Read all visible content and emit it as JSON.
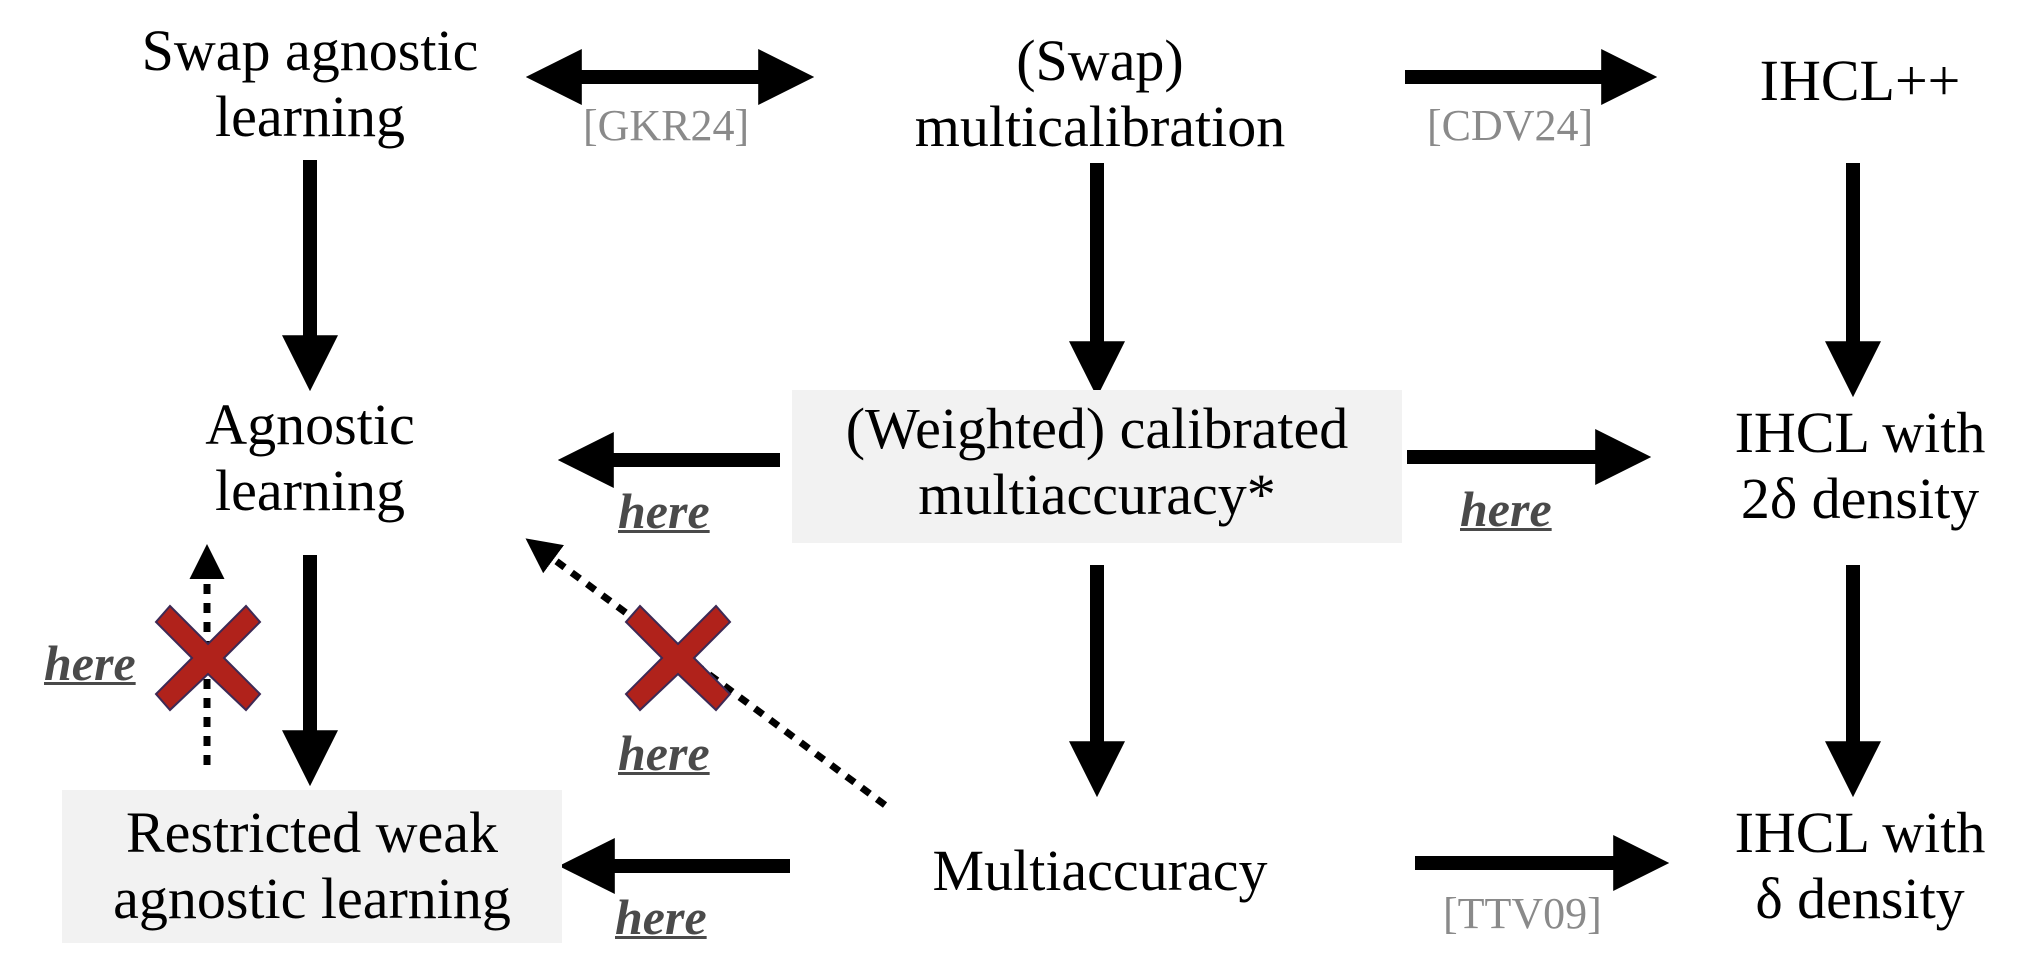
{
  "nodes": {
    "swap_agnostic": [
      "Swap agnostic",
      "learning"
    ],
    "swap_multicalibration": [
      "(Swap)",
      "multicalibration"
    ],
    "ihcl_pp": [
      "IHCL++"
    ],
    "agnostic": [
      "Agnostic",
      "learning"
    ],
    "weighted_calibrated": [
      "(Weighted) calibrated",
      "multiaccuracy*"
    ],
    "ihcl_2delta": [
      "IHCL with",
      "2δ density"
    ],
    "restricted_weak": [
      "Restricted weak",
      "agnostic learning"
    ],
    "multiaccuracy": [
      "Multiaccuracy"
    ],
    "ihcl_delta": [
      "IHCL with",
      "δ density"
    ]
  },
  "citations": {
    "gkr24": "[GKR24]",
    "cdv24": "[CDV24]",
    "ttv09": "[TTV09]"
  },
  "here_label": "here",
  "colors": {
    "arrow": "#000000",
    "cross": "#b0221b",
    "cross_outline": "#3d2a55",
    "citation": "#8a8a8a",
    "here": "#4a4a4a",
    "box_fill": "#f2f2f2"
  }
}
